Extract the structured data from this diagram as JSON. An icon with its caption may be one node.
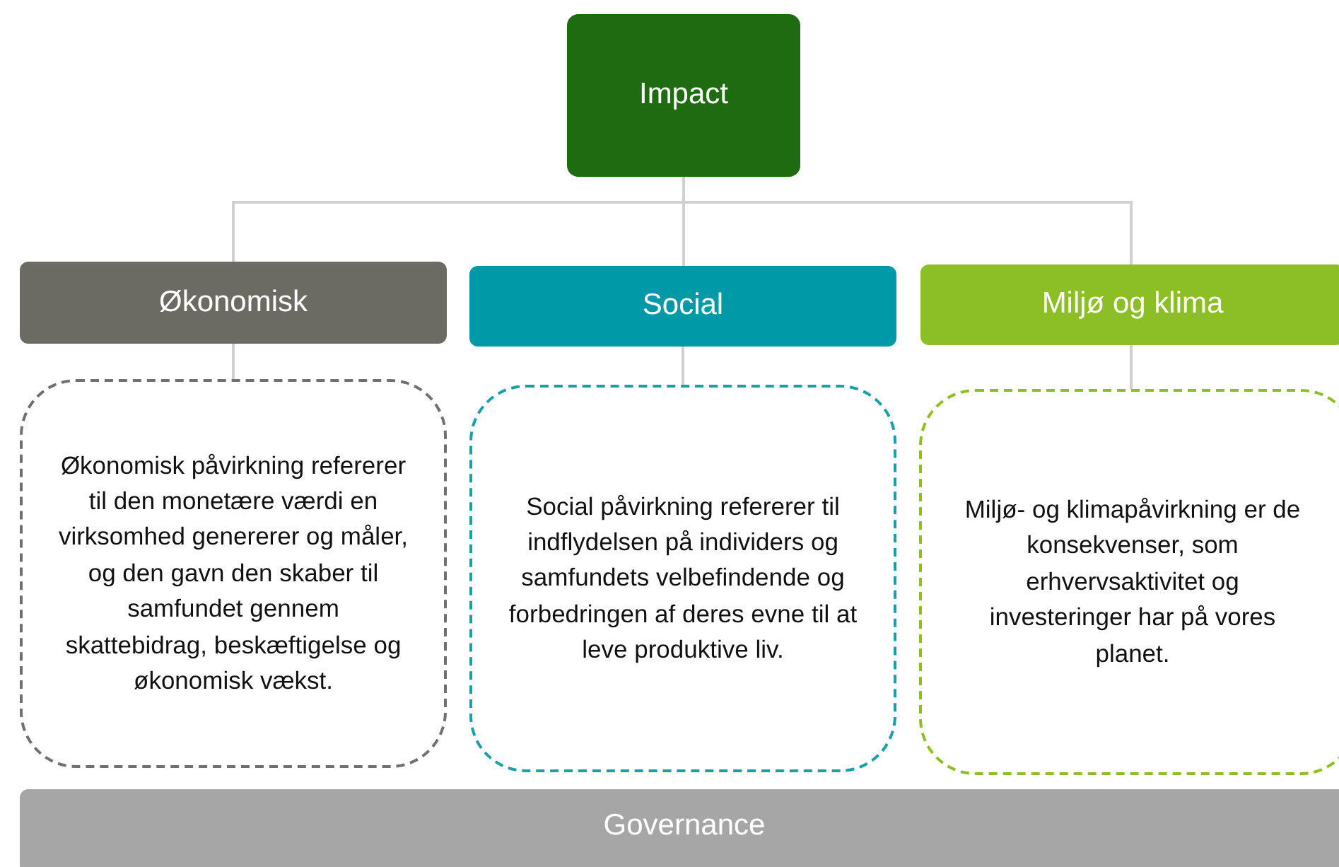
{
  "diagram": {
    "nodes": [
      {
        "text": [
          "Impact"
        ]
      },
      {
        "text": [
          "Økonomisk"
        ]
      },
      {
        "text": [
          "Social"
        ]
      },
      {
        "text": [
          "Miljø og klima"
        ]
      },
      {
        "text": [
          "Økonomisk påvirkning refererer til den monetære værdi en virksomhed genererer og måler, og den gavn den skaber til samfundet gennem skattebidrag, beskæftigelse og økonomisk vækst."
        ]
      },
      {
        "text": [
          "Social påvirkning refererer til indflydelsen på individers og samfundets velbefindende og forbedringen af deres evne til at leve produktive liv."
        ]
      },
      {
        "text": [
          "Miljø- og klimapåvirkning er de konsekvenser, som erhvervsaktivitet og investeringer har på vores planet."
        ]
      },
      {
        "text": [
          "Governance"
        ]
      }
    ],
    "edges": [
      {
        "from": 0,
        "to": 1,
        "arrow": "none"
      },
      {
        "from": 0,
        "to": 2,
        "arrow": "none"
      },
      {
        "from": 0,
        "to": 3,
        "arrow": "none"
      },
      {
        "from": 1,
        "to": 4,
        "arrow": "none"
      },
      {
        "from": 2,
        "to": 5,
        "arrow": "none"
      },
      {
        "from": 3,
        "to": 6,
        "arrow": "none"
      }
    ]
  }
}
